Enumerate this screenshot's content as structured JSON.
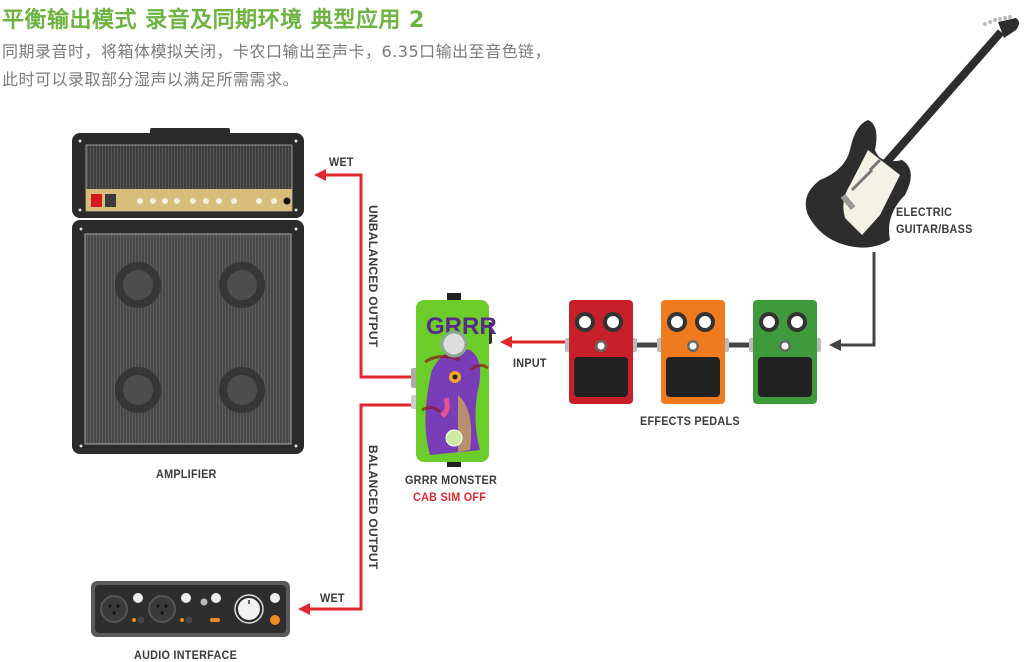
{
  "header": {
    "title": "平衡输出模式 录音及同期环境 典型应用 2",
    "description_line1": "同期录音时，将箱体模拟关闭，卡农口输出至声卡，6.35口输出至音色链，",
    "description_line2": "此时可以录取部分湿声以满足所需需求。"
  },
  "devices": {
    "amplifier": {
      "label": "AMPLIFIER"
    },
    "guitar": {
      "label_line1": "ELECTRIC",
      "label_line2": "GUITAR/BASS"
    },
    "effects_pedals": {
      "label": "EFFECTS PEDALS",
      "colors": [
        "#c8202a",
        "#f07a1e",
        "#3e9a3b"
      ]
    },
    "monster_pedal": {
      "label": "GRRR MONSTER",
      "status": "CAB SIM OFF"
    },
    "audio_interface": {
      "label": "AUDIO INTERFACE"
    }
  },
  "connections": {
    "unbalanced_output": "UNBALANCED OUTPUT",
    "balanced_output": "BALANCED OUTPUT",
    "wet_top": "WET",
    "wet_bottom": "WET",
    "input": "INPUT"
  },
  "colors": {
    "title": "#6db33f",
    "signal_red": "#e3262e",
    "cable_dark": "#444444"
  }
}
